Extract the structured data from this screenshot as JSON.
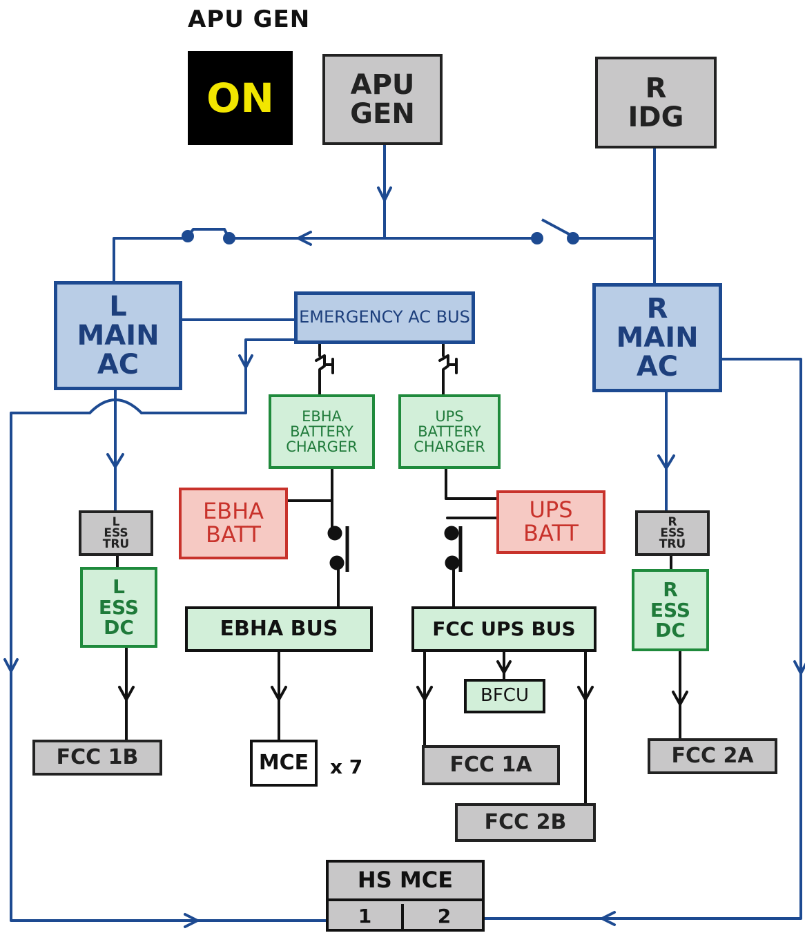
{
  "header": {
    "title": "APU GEN"
  },
  "annunciator": {
    "label": "ON"
  },
  "sources": {
    "apu_gen": [
      "APU",
      "GEN"
    ],
    "r_idg": [
      "R",
      "IDG"
    ]
  },
  "ac_buses": {
    "l_main_ac": [
      "L",
      "MAIN",
      "AC"
    ],
    "r_main_ac": [
      "R",
      "MAIN",
      "AC"
    ],
    "emergency_ac_bus": "EMERGENCY AC BUS"
  },
  "chargers": {
    "ebha": [
      "EBHA",
      "BATTERY",
      "CHARGER"
    ],
    "ups": [
      "UPS",
      "BATTERY",
      "CHARGER"
    ]
  },
  "batteries": {
    "ebha": [
      "EBHA",
      "BATT"
    ],
    "ups": [
      "UPS",
      "BATT"
    ]
  },
  "tru": {
    "l_ess_tru": [
      "L",
      "ESS",
      "TRU"
    ],
    "r_ess_tru": [
      "R",
      "ESS",
      "TRU"
    ]
  },
  "dc_buses": {
    "l_ess_dc": [
      "L",
      "ESS",
      "DC"
    ],
    "r_ess_dc": [
      "R",
      "ESS",
      "DC"
    ],
    "ebha_bus": "EBHA BUS",
    "fcc_ups_bus": "FCC UPS BUS"
  },
  "loads": {
    "bfcu": "BFCU",
    "fcc_1b": "FCC 1B",
    "mce": "MCE",
    "mce_qty": "x 7",
    "fcc_1a": "FCC 1A",
    "fcc_2b": "FCC 2B",
    "fcc_2a": "FCC 2A",
    "hs_mce_title": "HS MCE",
    "hs_mce_1": "1",
    "hs_mce_2": "2"
  },
  "colors": {
    "ac_wire": "#1d4a91",
    "dc_wire": "#111111",
    "ac_fill": "#b9cde6",
    "dc_fill": "#d2efd9",
    "battery_fill": "#f6c9c3",
    "source_fill": "#c8c7c8",
    "annunciator_text": "#f2e600"
  }
}
